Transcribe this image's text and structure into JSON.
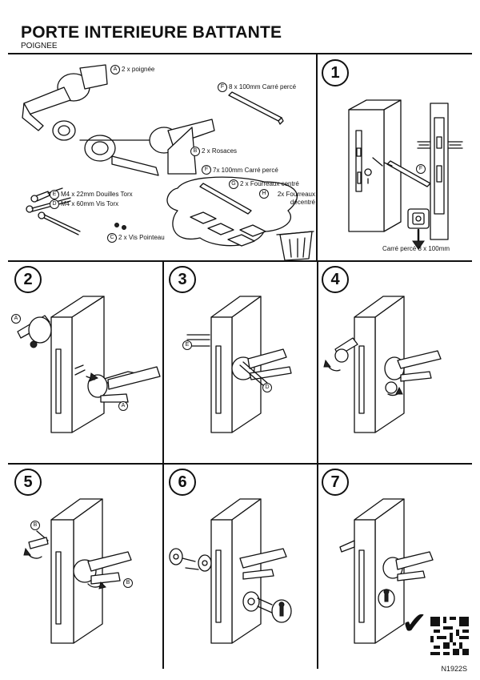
{
  "header": {
    "title": "PORTE INTERIEURE BATTANTE",
    "subtitle": "POIGNEE"
  },
  "parts": [
    {
      "letter": "A",
      "label": "2 x poignée"
    },
    {
      "letter": "B",
      "label": "2 x Rosaces"
    },
    {
      "letter": "C",
      "label": "2 x Vis Pointeau"
    },
    {
      "letter": "D",
      "label": "M4 x 60mm Vis Torx"
    },
    {
      "letter": "E",
      "label": "M4 x 22mm Douilles Torx"
    },
    {
      "letter": "F",
      "label": "8 x 100mm Carré percé"
    },
    {
      "letter": "F",
      "label": "7x 100mm Carré percé"
    },
    {
      "letter": "G",
      "label": "2 x Fourreaux centré"
    },
    {
      "letter": "H",
      "label": "2x Fourreaux décentré"
    }
  ],
  "steps": [
    "1",
    "2",
    "3",
    "4",
    "5",
    "6",
    "7"
  ],
  "step1": {
    "callout": "Carré percé 8 x 100mm",
    "letter": "F"
  },
  "callouts": {
    "s2_top": "A",
    "s2_bottom": "A",
    "s3_left": "E",
    "s3_right": "D",
    "s5_top": "B",
    "s5_bottom": "B"
  },
  "footer": {
    "reference": "N1922S"
  },
  "icons": [
    "checkmark-icon",
    "qr-code-icon",
    "trash-bin-icon",
    "arrow-down-icon"
  ]
}
